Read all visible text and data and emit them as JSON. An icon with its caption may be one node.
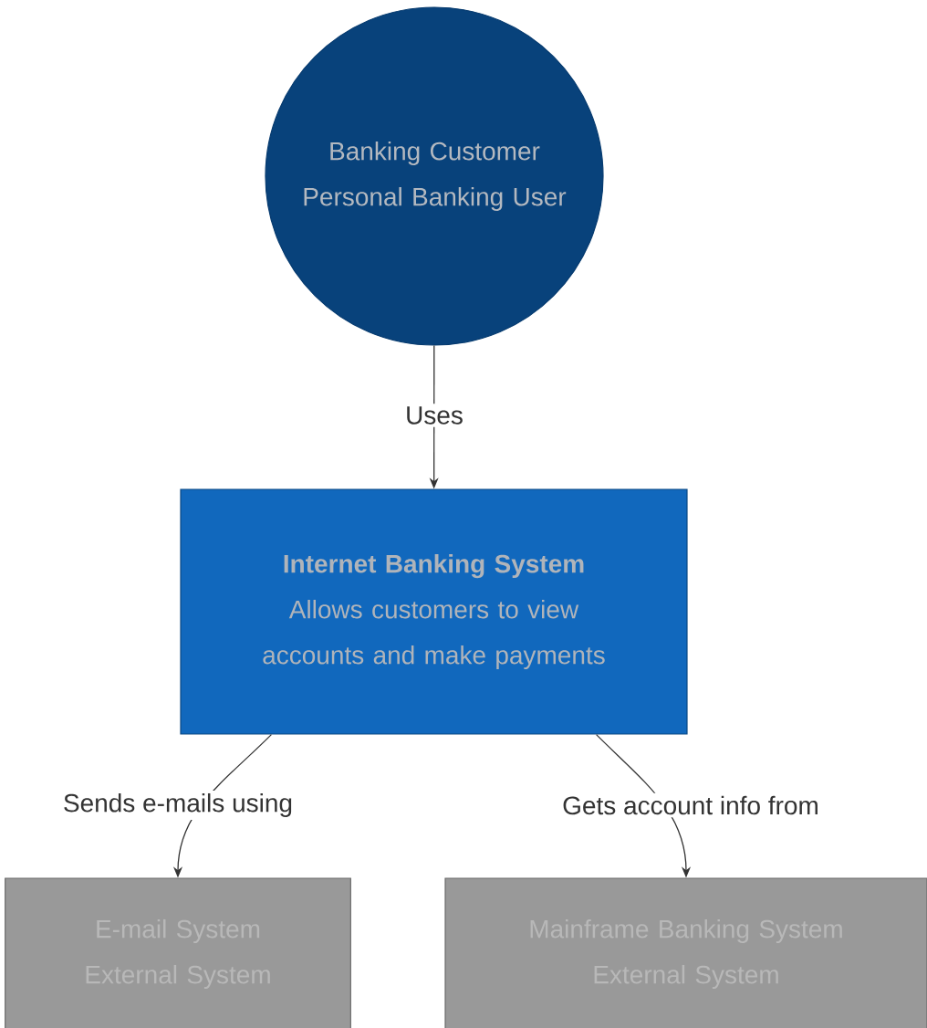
{
  "diagram": {
    "nodes": [
      {
        "text": [
          "Banking Customer",
          "Personal Banking User"
        ]
      },
      {
        "text": [
          "Internet Banking System",
          "Allows customers to view accounts and make payments"
        ]
      },
      {
        "text": [
          "E-mail System",
          "External System"
        ]
      },
      {
        "text": [
          "Mainframe Banking System",
          "External System"
        ]
      }
    ],
    "edges": [
      {
        "from": 0,
        "to": 1,
        "arrow": "to",
        "label": "Uses"
      },
      {
        "from": 1,
        "to": 2,
        "arrow": "to",
        "label": "Sends e-mails using"
      },
      {
        "from": 1,
        "to": 3,
        "arrow": "to",
        "label": "Gets account info from"
      }
    ]
  }
}
